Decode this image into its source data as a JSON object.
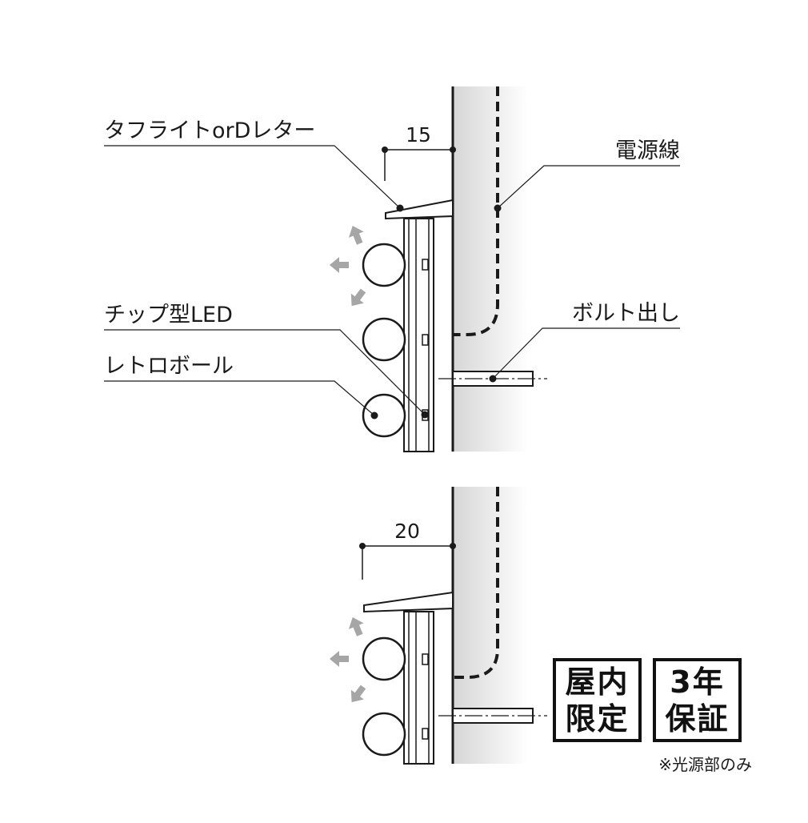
{
  "labels": {
    "tough_light": "タフライトorDレター",
    "power_cable": "電源線",
    "chip_led": "チップ型LED",
    "retro_ball": "レトロボール",
    "bolt_out": "ボルト出し"
  },
  "dimensions": {
    "top_offset": "15",
    "bottom_offset": "20"
  },
  "badges": {
    "indoor": {
      "line1": "屋内",
      "line2": "限定"
    },
    "warranty": {
      "line1": "3年",
      "line2": "保証"
    }
  },
  "note": "※光源部のみ",
  "colors": {
    "line": "#1a1a1a",
    "arrow": "#a6a6a6",
    "wall_shade": "#d9d9d9",
    "background": "#ffffff"
  }
}
